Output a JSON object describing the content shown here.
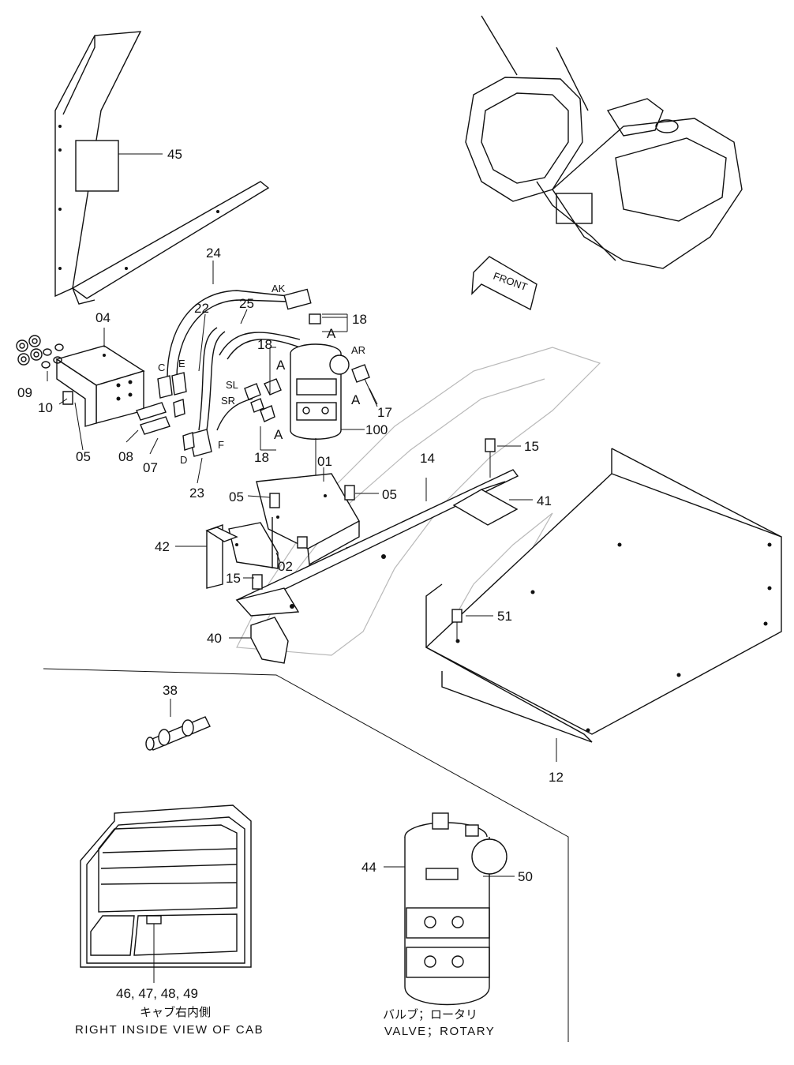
{
  "callouts": {
    "p45": "45",
    "p24": "24",
    "p04": "04",
    "p22": "22",
    "p25": "25",
    "p18a": "18",
    "p18b": "18",
    "p18c": "18",
    "p17": "17",
    "p100": "100",
    "p09": "09",
    "p10": "10",
    "p05a": "05",
    "p08": "08",
    "p07": "07",
    "p23": "23",
    "p01": "01",
    "p05b": "05",
    "p05c": "05",
    "p14": "14",
    "p15a": "15",
    "p15b": "15",
    "p41": "41",
    "p42": "42",
    "p02": "02",
    "p40": "40",
    "p51": "51",
    "p38": "38",
    "p12": "12",
    "p44": "44",
    "p50": "50",
    "cab_parts": "46, 47, 48, 49"
  },
  "port_labels": {
    "ak": "AK",
    "ar": "AR",
    "sl": "SL",
    "sr": "SR",
    "c": "C",
    "e": "E",
    "d": "D",
    "f": "F",
    "a1": "A",
    "a2": "A",
    "a3": "A",
    "a4": "A"
  },
  "front_arrow": "FRONT",
  "captions": {
    "cab_jp": "キャブ右内側",
    "cab_en": "RIGHT INSIDE VIEW OF CAB",
    "valve_jp": "バルブ；ロータリ",
    "valve_en": "VALVE；ROTARY"
  }
}
